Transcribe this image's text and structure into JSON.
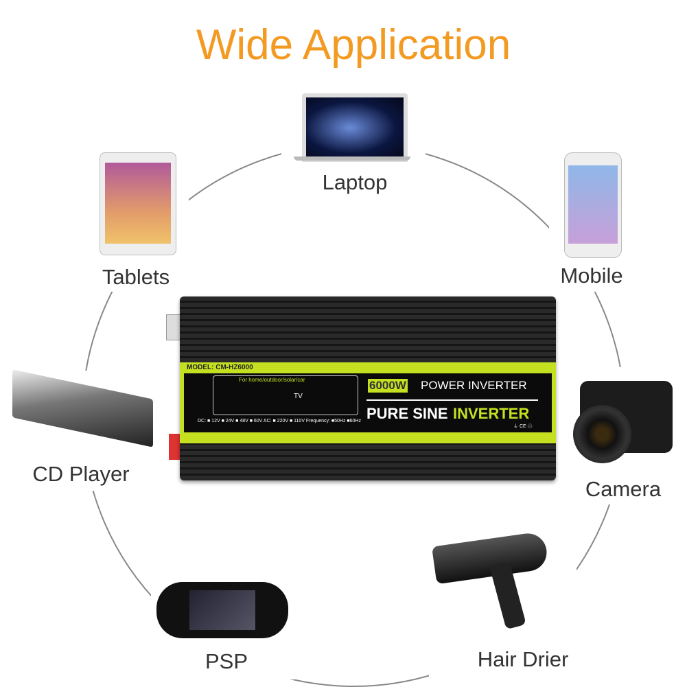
{
  "title": "Wide Application",
  "items": [
    {
      "label": "Laptop"
    },
    {
      "label": "Tablets"
    },
    {
      "label": "Mobile"
    },
    {
      "label": "CD Player"
    },
    {
      "label": "Camera"
    },
    {
      "label": "PSP"
    },
    {
      "label": "Hair Drier"
    }
  ],
  "product": {
    "model": "MODEL: CM-HZ6000",
    "usage": "For home/outdoor/solar/car",
    "power": "6000W",
    "power_title": "POWER INVERTER",
    "pure_sine": "PURE SINE",
    "inverter": "INVERTER",
    "specs": "DC: ■ 12V ■ 24V ■ 48V ■ 60V  AC: ■ 220V ■ 110V  Frequency: ■50Hz ■60Hz",
    "tv": "TV",
    "certs": "⏚ CE ♲"
  },
  "colors": {
    "title": "#F39A22",
    "accent": "#c4e021"
  }
}
